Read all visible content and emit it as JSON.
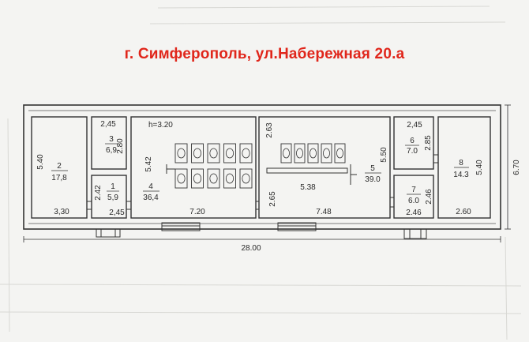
{
  "title": "г. Симферополь, ул.Набережная 20.а",
  "ceiling_height": "h=3.20",
  "overall_length": "28.00",
  "overall_width": "6.70",
  "rooms": [
    {
      "number": "1",
      "area": "5,9"
    },
    {
      "number": "2",
      "area": "17,8"
    },
    {
      "number": "3",
      "area": "6,9"
    },
    {
      "number": "4",
      "area": "36,4"
    },
    {
      "number": "5",
      "area": "39.0"
    },
    {
      "number": "6",
      "area": "7.0"
    },
    {
      "number": "7",
      "area": "6.0"
    },
    {
      "number": "8",
      "area": "14.3"
    }
  ],
  "dimensions": {
    "room2_height": "5.40",
    "room2_width": "3,30",
    "room3_width": "2,45",
    "room3_height": "2.80",
    "room1_height": "2.42",
    "room1_width": "2,45",
    "room4_height": "5.42",
    "room4_width": "7.20",
    "room4_right_height": "2.65",
    "room5_top_height": "2.63",
    "room5_width": "7.48",
    "room5_inner_length": "5.38",
    "room5_height": "5.50",
    "room6_width": "2,45",
    "room6_height": "2.85",
    "room7_height": "2.46",
    "room7_width": "2.46",
    "room8_height": "5.40",
    "room8_width": "2.60"
  }
}
